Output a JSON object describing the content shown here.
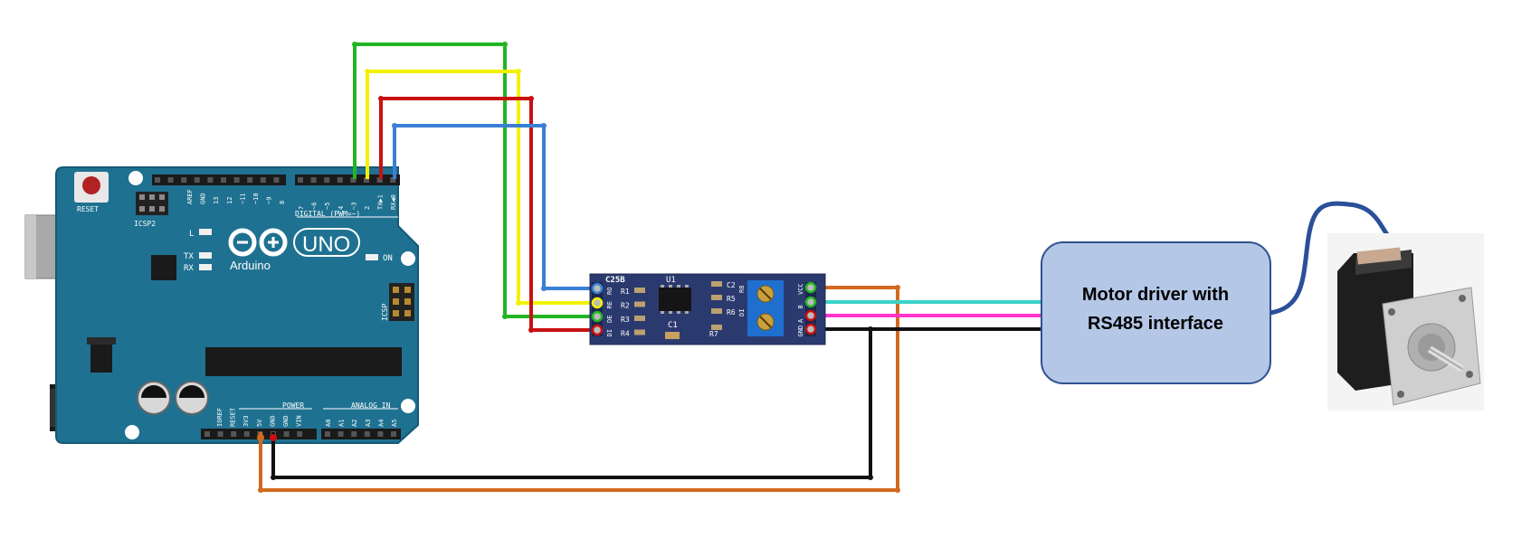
{
  "arduino": {
    "reset_label": "RESET",
    "icsp2_label": "ICSP2",
    "icsp_label": "ICSP",
    "brand": "Arduino",
    "model": "UNO",
    "led_l": "L",
    "led_tx": "TX",
    "led_rx": "RX",
    "led_on": "ON",
    "digital_label": "DIGITAL (PWM=~)",
    "power_label": "POWER",
    "analog_label": "ANALOG IN",
    "digital_pins_left": [
      "AREF",
      "GND",
      "13",
      "12",
      "~11",
      "~10",
      "~9",
      "8"
    ],
    "digital_pins_right": [
      "7",
      "~6",
      "~5",
      "4",
      "~3",
      "2",
      "TX▶1",
      "RX◀0"
    ],
    "power_pins": [
      "IOREF",
      "RESET",
      "3V3",
      "5V",
      "GND",
      "GND",
      "VIN"
    ],
    "analog_pins": [
      "A0",
      "A1",
      "A2",
      "A3",
      "A4",
      "A5"
    ],
    "color_board": "#1f7191",
    "color_board_edge": "#145a75"
  },
  "rs485_module": {
    "name": "C25B",
    "left_pins": [
      "RO",
      "RE",
      "DE",
      "DI"
    ],
    "right_pins": [
      "VCC",
      "B",
      "A",
      "GND"
    ],
    "left_components": [
      "R1",
      "R2",
      "R3",
      "R4"
    ],
    "chip_label": "U1",
    "cap_label": "C1",
    "mid_components": [
      "C2",
      "R5",
      "R6",
      "R7"
    ],
    "edge_components": [
      "R8",
      "DI"
    ],
    "color_pcb": "#2b3a6e"
  },
  "motor_driver": {
    "line1": "Motor driver with",
    "line2": "RS485 interface",
    "fill": "#b4c7e7",
    "stroke": "#2f528f"
  },
  "wire_colors": {
    "green": "#22b522",
    "yellow": "#f2f200",
    "red": "#c81010",
    "blue": "#3a7fd5",
    "orange": "#d2691e",
    "black": "#111111",
    "cyan": "#3cd3c8",
    "magenta": "#ff33cc",
    "motor_cable": "#2b4f9a"
  }
}
